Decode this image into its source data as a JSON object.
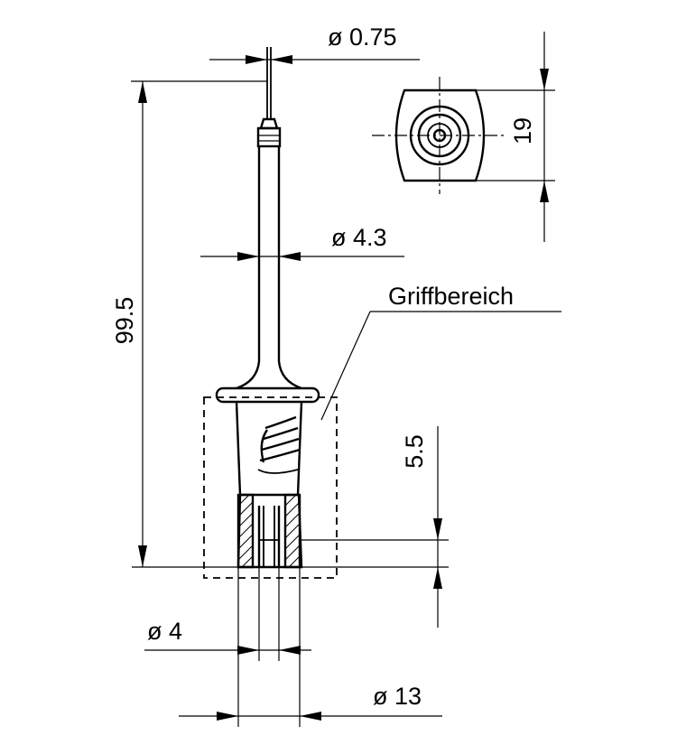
{
  "drawing": {
    "labels": {
      "tip_diameter": "ø 0.75",
      "shaft_diameter": "ø 4.3",
      "overall_length": "99.5",
      "head_size": "19",
      "grip_area": "Griffbereich",
      "socket_depth": "5.5",
      "socket_diameter": "ø 4",
      "grip_diameter": "ø 13"
    }
  }
}
